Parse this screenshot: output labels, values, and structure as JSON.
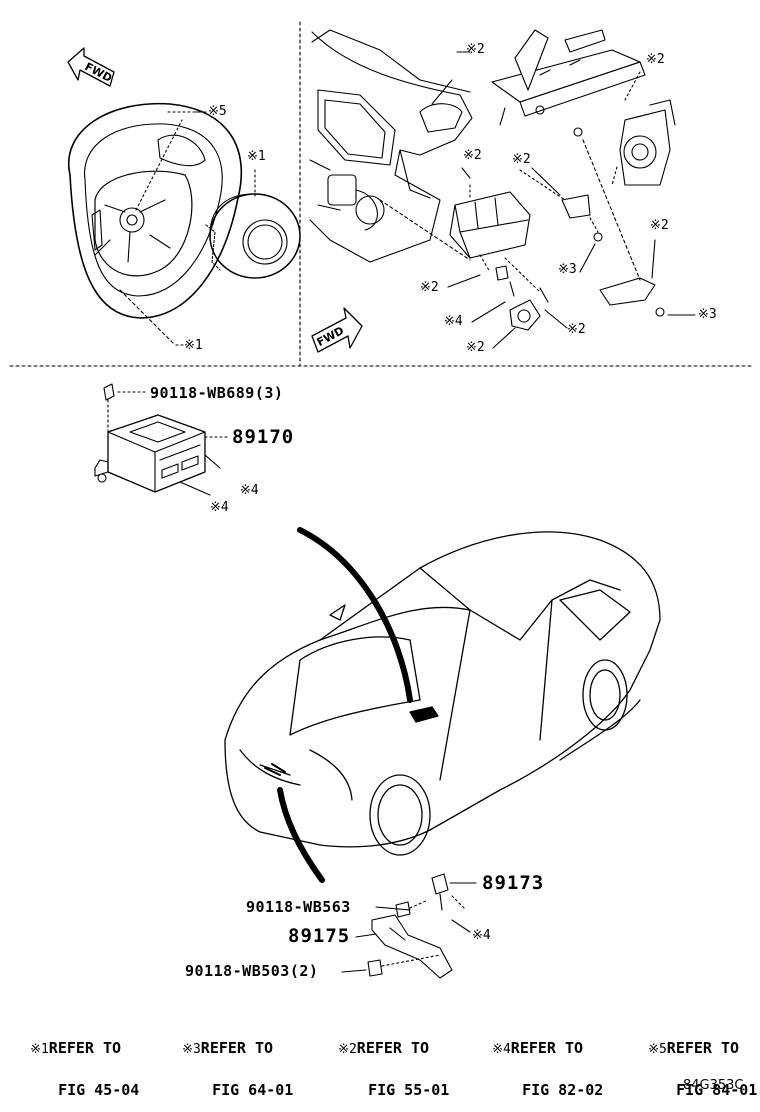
{
  "fwd_label": "FWD",
  "top_left_marks": {
    "m5": "※5",
    "m1a": "※1",
    "m1b": "※1"
  },
  "top_right_marks": {
    "m2a": "※2",
    "m2b": "※2",
    "m2c": "※2",
    "m2d": "※2",
    "m2e": "※2",
    "m2f": "※2",
    "m2g": "※2",
    "m2h": "※2",
    "m3a": "※3",
    "m3b": "※3",
    "m4": "※4"
  },
  "parts": {
    "p1": "90118-WB689(3)",
    "p2": "89170",
    "p3": "89173",
    "p4": "90118-WB563",
    "p5": "89175",
    "p6": "90118-WB503(2)"
  },
  "small_marks": {
    "s4a": "※4",
    "s4b": "※4",
    "s4c": "※4"
  },
  "refs": [
    {
      "mark": "※1",
      "line1": "REFER TO",
      "line2": "FIG 45-04"
    },
    {
      "mark": "※3",
      "line1": "REFER TO",
      "line2": "FIG 64-01"
    },
    {
      "mark": "※2",
      "line1": "REFER TO",
      "line2": "FIG 55-01"
    },
    {
      "mark": "※4",
      "line1": "REFER TO",
      "line2": "FIG 82-02"
    },
    {
      "mark": "※5",
      "line1": "REFER TO",
      "line2": "FIG 84-01"
    }
  ],
  "diagram_code": "84G353C"
}
